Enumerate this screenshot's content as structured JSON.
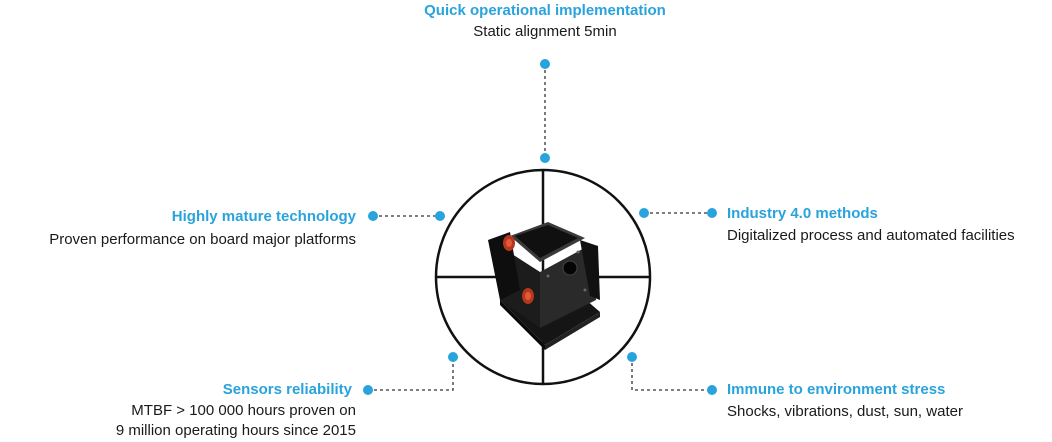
{
  "features": {
    "top": {
      "title": "Quick operational implementation",
      "description": "Static alignment 5min"
    },
    "left": {
      "title": "Highly mature technology",
      "description": "Proven performance on board major platforms"
    },
    "right": {
      "title": "Industry 4.0 methods",
      "description": "Digitalized process and automated facilities"
    },
    "bottom_left": {
      "title": "Sensors reliability",
      "description_line1": "MTBF > 100 000 hours proven on",
      "description_line2": "9 million operating hours since 2015"
    },
    "bottom_right": {
      "title": "Immune to environment stress",
      "description": "Shocks, vibrations, dust, sun, water"
    }
  },
  "colors": {
    "accent": "#29a3dc",
    "text": "#1a1a1a",
    "connector": "#333333"
  },
  "center_image": "inertial-navigation-unit"
}
